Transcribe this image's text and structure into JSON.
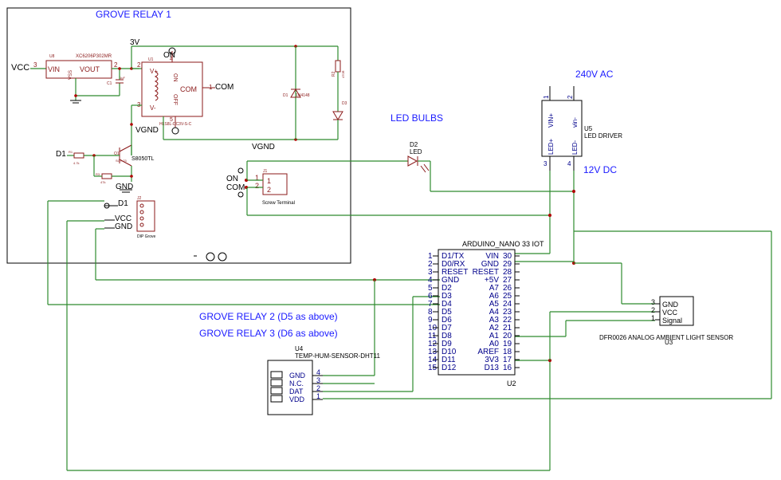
{
  "title": "GROVE RELAY 1",
  "labels": {
    "vcc": "VCC",
    "v3": "3V",
    "on": "ON",
    "com": "COM",
    "vgnd": "VGND",
    "vgnd2": "VGND",
    "gnd": "GND",
    "d1": "D1",
    "d1b": "D1",
    "vcc2": "VCC",
    "gnd2": "GND",
    "on2": "ON",
    "com2": "COM"
  },
  "headings": {
    "led_bulbs": "LED BULBS",
    "ac": "240V AC",
    "dc": "12V DC",
    "relay2": "GROVE RELAY 2 (D5 as above)",
    "relay3": "GROVE RELAY 3 (D6 as above)"
  },
  "components": {
    "u8": {
      "ref": "U8",
      "part": "XC6206P302MR",
      "vin": "VIN",
      "vout": "VOUT",
      "vss": "VSS",
      "pin3": "3",
      "pin2": "2"
    },
    "u1": {
      "ref": "U1",
      "vplus": "V+",
      "vminus": "V-",
      "com": "COM",
      "on": "ON",
      "off": "OFF",
      "pin1": "1",
      "pin2": "2",
      "pin3": "3",
      "pin4": "4",
      "pin5": "5",
      "part": "HLS8L-DC3V-S-C"
    },
    "c1": {
      "ref": "C1",
      "val": "1uF"
    },
    "d1": {
      "ref": "D1",
      "part": "1N4148"
    },
    "r2": {
      "ref": "R2",
      "val": "470R"
    },
    "d3": {
      "ref": "D3"
    },
    "q1": {
      "ref": "Q1",
      "part": "S8050TL",
      "pkg": "SOT-23"
    },
    "r1": {
      "ref": "R1",
      "val": "4.7k"
    },
    "r3": {
      "ref": "R3",
      "val": "47k"
    },
    "j1": {
      "ref": "J1",
      "name": "Screw Terminal",
      "p1": "1",
      "p2": "2"
    },
    "j2": {
      "ref": "J2",
      "name": "DIP Grove"
    },
    "d2": {
      "ref": "D2",
      "part": "LED"
    },
    "u5": {
      "ref": "U5",
      "name": "LED DRIVER",
      "p1": "1",
      "p2": "2",
      "p3": "3",
      "p4": "4",
      "vinp": "VIN+",
      "vinm": "vin-",
      "ledp": "LED+",
      "ledm": "LED-"
    },
    "u2": {
      "ref": "U2",
      "name": "ARDUINO_NANO 33 IOT",
      "left": [
        "D1/TX",
        "D0/RX",
        "RESET",
        "GND",
        "D2",
        "D3",
        "D4",
        "D5",
        "D6",
        "D7",
        "D8",
        "D9",
        "D10",
        "D11",
        "D12"
      ],
      "left_pins": [
        "1",
        "2",
        "3",
        "4",
        "5",
        "6",
        "7",
        "8",
        "9",
        "10",
        "11",
        "12",
        "13",
        "14",
        "15"
      ],
      "right": [
        "VIN",
        "GND",
        "RESET",
        "+5V",
        "A7",
        "A6",
        "A5",
        "A4",
        "A3",
        "A2",
        "A1",
        "A0",
        "AREF",
        "3V3",
        "D13"
      ],
      "right_pins": [
        "30",
        "29",
        "28",
        "27",
        "26",
        "25",
        "24",
        "23",
        "22",
        "21",
        "20",
        "19",
        "18",
        "17",
        "16"
      ]
    },
    "u3": {
      "ref": "U3",
      "name": "DFR0026 ANALOG AMBIENT LIGHT SENSOR",
      "pins": [
        "GND",
        "VCC",
        "Signal"
      ],
      "nums": [
        "3",
        "2",
        "1"
      ]
    },
    "u4": {
      "ref": "U4",
      "name": "TEMP-HUM-SENSOR-DHT11",
      "pins": [
        "GND",
        "N.C.",
        "DAT",
        "VDD"
      ],
      "nums": [
        "4",
        "3",
        "2",
        "1"
      ]
    }
  }
}
